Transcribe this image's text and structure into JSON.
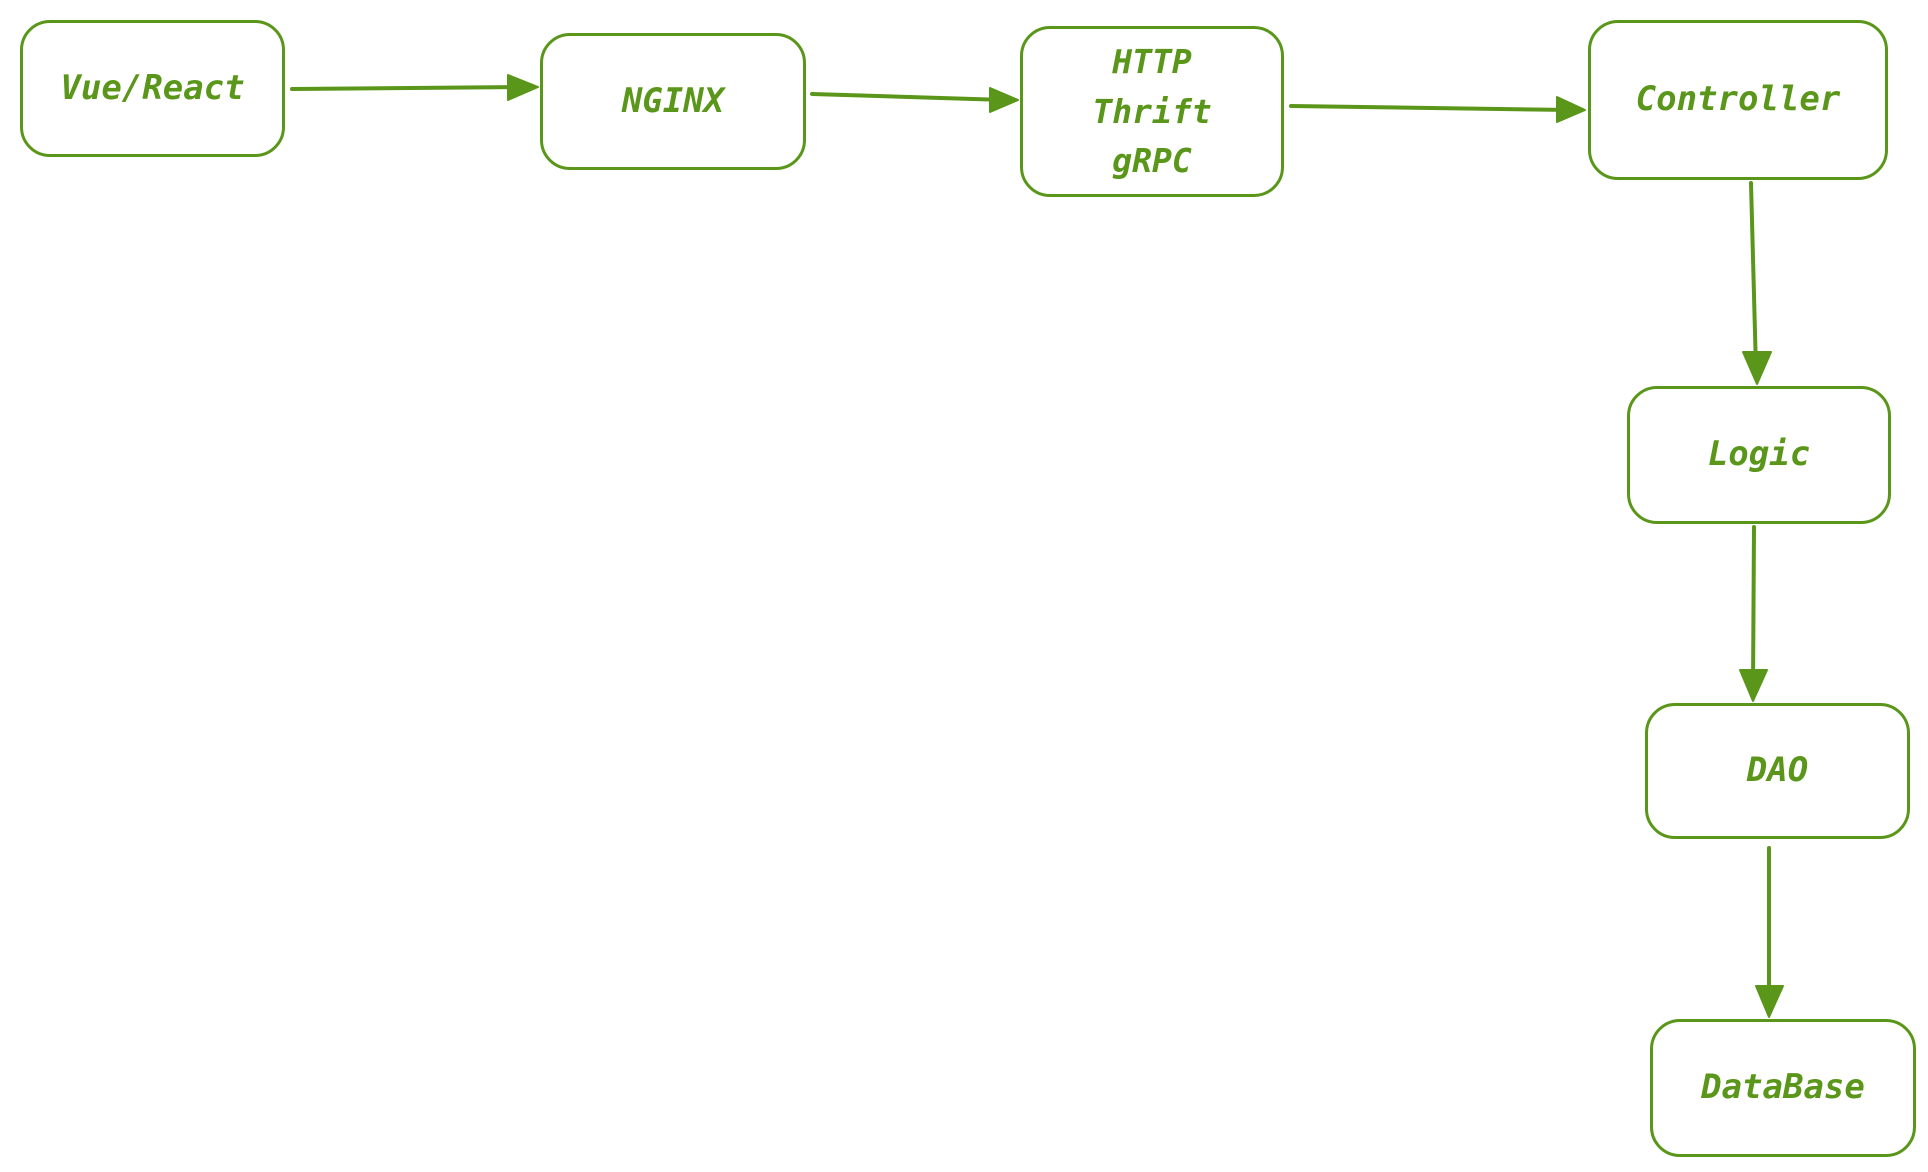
{
  "diagram": {
    "stroke_color": "#5a9619",
    "nodes": [
      {
        "id": "vue",
        "lines": [
          "Vue/React"
        ]
      },
      {
        "id": "nginx",
        "lines": [
          "NGINX"
        ]
      },
      {
        "id": "proto",
        "lines": [
          "HTTP",
          "Thrift",
          "gRPC"
        ]
      },
      {
        "id": "ctrl",
        "lines": [
          "Controller"
        ]
      },
      {
        "id": "logic",
        "lines": [
          "Logic"
        ]
      },
      {
        "id": "dao",
        "lines": [
          "DAO"
        ]
      },
      {
        "id": "db",
        "lines": [
          "DataBase"
        ]
      }
    ],
    "edges": [
      {
        "from": "vue",
        "to": "nginx"
      },
      {
        "from": "nginx",
        "to": "proto"
      },
      {
        "from": "proto",
        "to": "ctrl"
      },
      {
        "from": "ctrl",
        "to": "logic"
      },
      {
        "from": "logic",
        "to": "dao"
      },
      {
        "from": "dao",
        "to": "db"
      }
    ]
  }
}
